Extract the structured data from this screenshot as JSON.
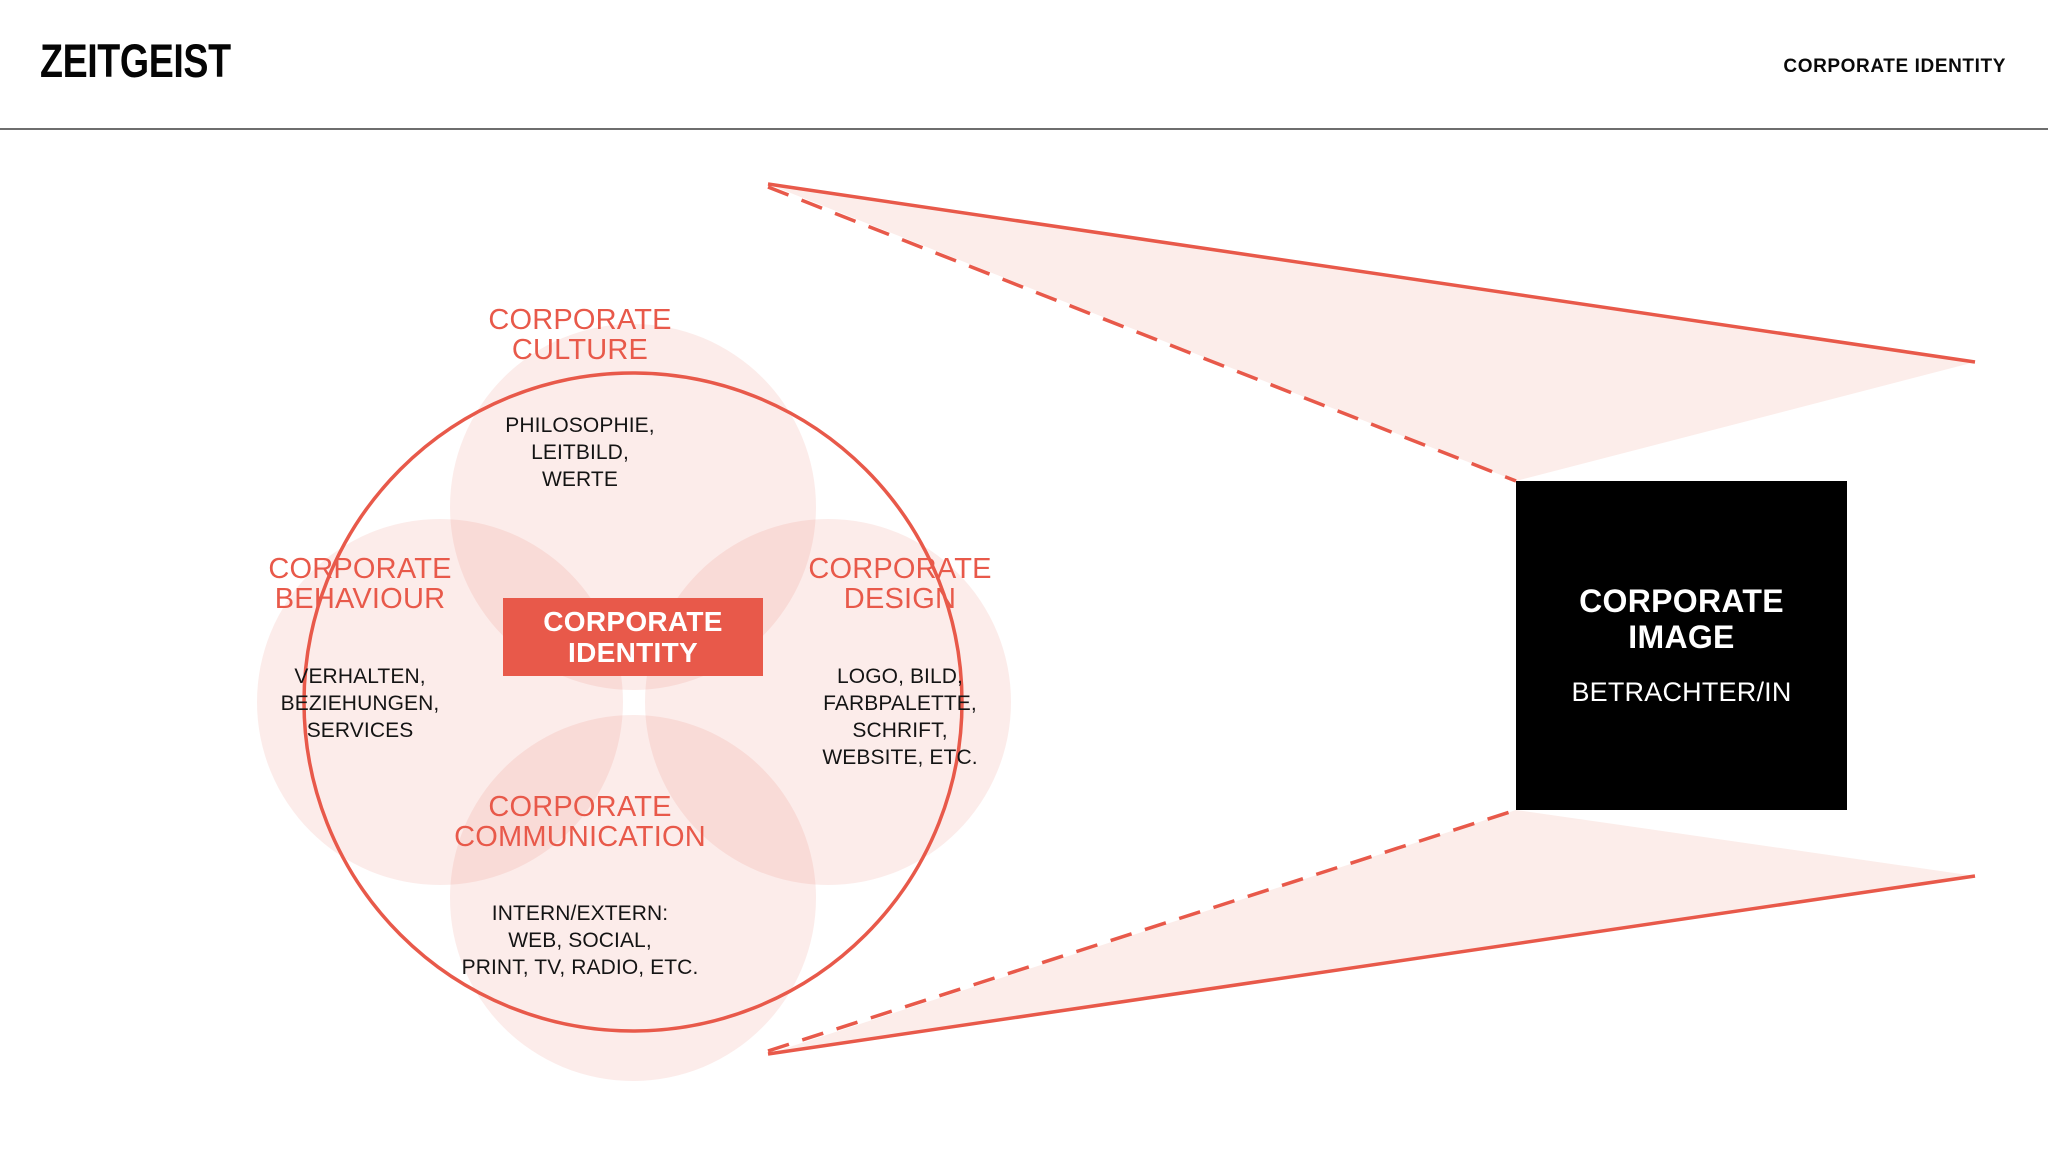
{
  "header": {
    "brand": "ZEITGEIST",
    "title": "CORPORATE IDENTITY"
  },
  "theme": {
    "accent": "#E8594A",
    "petal_fill": "#FBE9E7",
    "petal_overlap": "#F7D9D4",
    "cone_fill": "#FCEDEA",
    "box_bg": "#000000",
    "text_dark": "#141414",
    "rule": "#6E6E6E",
    "white": "#FFFFFF"
  },
  "diagram": {
    "type": "venn-petal-circle",
    "center_badge": {
      "label": "CORPORATE\nIDENTITY"
    },
    "petals": [
      {
        "id": "culture",
        "position": "top",
        "title": "CORPORATE\nCULTURE",
        "items": "PHILOSOPHIE,\nLEITBILD,\nWERTE"
      },
      {
        "id": "behaviour",
        "position": "left",
        "title": "CORPORATE\nBEHAVIOUR",
        "items": "VERHALTEN,\nBEZIEHUNGEN,\nSERVICES"
      },
      {
        "id": "design",
        "position": "right",
        "title": "CORPORATE\nDESIGN",
        "items": "LOGO, BILD,\nFARBPALETTE,\nSCHRIFT,\nWEBSITE, ETC."
      },
      {
        "id": "communication",
        "position": "bottom",
        "title": "CORPORATE\nCOMMUNICATION",
        "items": "INTERN/EXTERN:\nWEB, SOCIAL,\nPRINT, TV, RADIO, ETC."
      }
    ],
    "projection": {
      "style": "cone",
      "upper_edge": "solid",
      "lower_edge": "dashed"
    },
    "image_box": {
      "title": "CORPORATE\nIMAGE",
      "subtitle": "BETRACHTER/IN"
    }
  }
}
